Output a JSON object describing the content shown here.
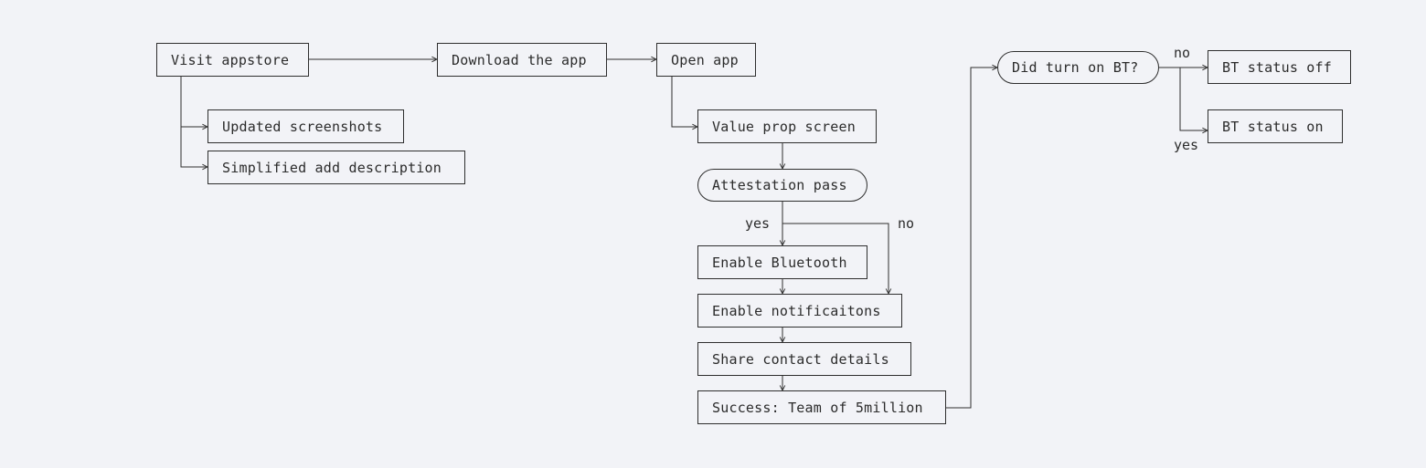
{
  "nodes": {
    "visit_appstore": "Visit appstore",
    "download_app": "Download the app",
    "open_app": "Open app",
    "updated_screenshots": "Updated screenshots",
    "simplified_description": "Simplified add description",
    "value_prop": "Value prop screen",
    "attestation_pass": "Attestation pass",
    "enable_bluetooth": "Enable Bluetooth",
    "enable_notifications": "Enable notificaitons",
    "share_contact": "Share contact details",
    "success": "Success: Team of 5million",
    "did_turn_on_bt": "Did turn on BT?",
    "bt_off": "BT status off",
    "bt_on": "BT status on"
  },
  "labels": {
    "attestation_yes": "yes",
    "attestation_no": "no",
    "bt_no": "no",
    "bt_yes": "yes"
  },
  "colors": {
    "background": "#f2f3f7",
    "stroke": "#2e2e2e",
    "text": "#2b2b2b"
  }
}
